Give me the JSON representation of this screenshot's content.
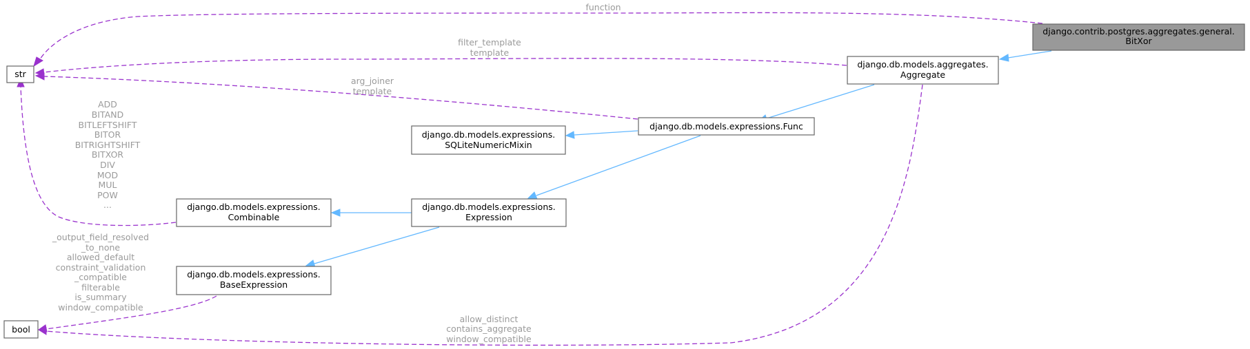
{
  "nodes": {
    "bitxor": [
      "django.contrib.postgres.aggregates.general.",
      "BitXor"
    ],
    "aggregate": [
      "django.db.models.aggregates.",
      "Aggregate"
    ],
    "func": [
      "django.db.models.expressions.Func"
    ],
    "sqlite_mixin": [
      "django.db.models.expressions.",
      "SQLiteNumericMixin"
    ],
    "expression": [
      "django.db.models.expressions.",
      "Expression"
    ],
    "combinable": [
      "django.db.models.expressions.",
      "Combinable"
    ],
    "base_expression": [
      "django.db.models.expressions.",
      "BaseExpression"
    ],
    "str": [
      "str"
    ],
    "bool": [
      "bool"
    ]
  },
  "edge_labels": {
    "function": [
      "function"
    ],
    "filter_template": [
      "filter_template",
      "template"
    ],
    "arg_joiner": [
      "arg_joiner",
      "template"
    ],
    "combinable_str": [
      "ADD",
      "BITAND",
      "BITLEFTSHIFT",
      "BITOR",
      "BITRIGHTSHIFT",
      "BITXOR",
      "DIV",
      "MOD",
      "MUL",
      "POW",
      "..."
    ],
    "base_expression_bool": [
      "_output_field_resolved",
      "_to_none",
      "allowed_default",
      "constraint_validation",
      "_compatible",
      "filterable",
      "is_summary",
      "window_compatible"
    ],
    "aggregate_bool": [
      "allow_distinct",
      "contains_aggregate",
      "window_compatible"
    ]
  },
  "colors": {
    "inheritance_edge": "#63b8ff",
    "usage_edge": "#9a32cd",
    "highlight_node": "#999999",
    "edge_label_text": "#9a9a9a"
  }
}
